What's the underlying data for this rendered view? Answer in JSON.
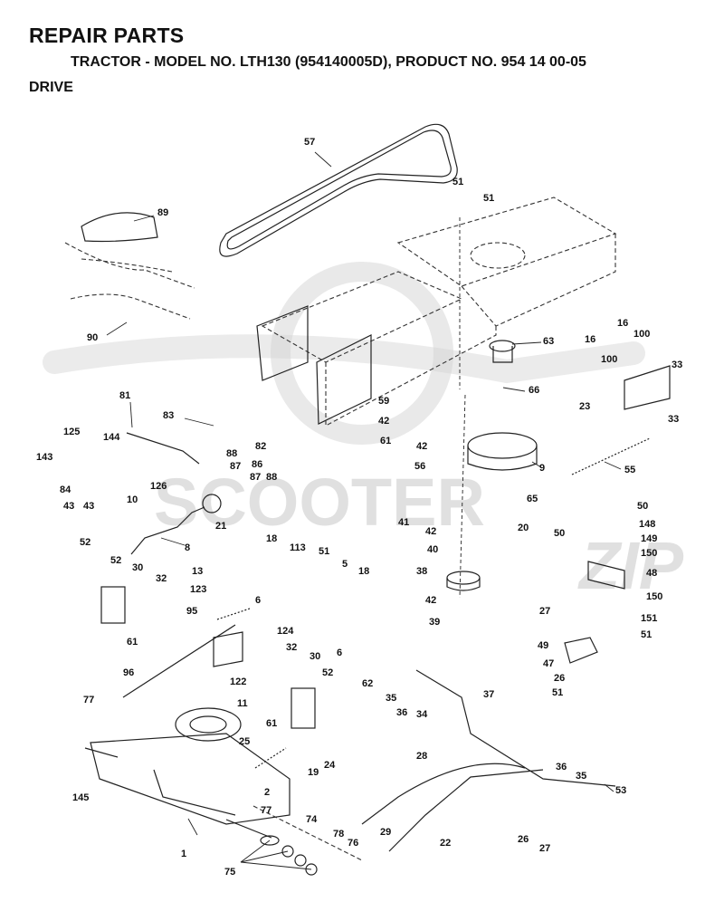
{
  "header": {
    "title": "REPAIR PARTS",
    "subtitle": "TRACTOR - MODEL NO. LTH130 (954140005D), PRODUCT NO. 954 14 00-05",
    "section": "DRIVE"
  },
  "watermark": {
    "text": "SCOOTER",
    "mark": "ZIP"
  },
  "colors": {
    "ink": "#111111",
    "watermark": "#c8c8c8"
  },
  "callouts": [
    "57",
    "89",
    "90",
    "51",
    "51",
    "63",
    "16",
    "16",
    "100",
    "100",
    "33",
    "33",
    "23",
    "66",
    "59",
    "42",
    "61",
    "42",
    "56",
    "9",
    "55",
    "65",
    "20",
    "81",
    "83",
    "82",
    "125",
    "144",
    "143",
    "84",
    "43",
    "43",
    "126",
    "88",
    "87",
    "86",
    "87",
    "88",
    "10",
    "21",
    "8",
    "41",
    "42",
    "40",
    "38",
    "42",
    "39",
    "50",
    "50",
    "148",
    "149",
    "150",
    "48",
    "27",
    "150",
    "151",
    "51",
    "49",
    "47",
    "26",
    "51",
    "52",
    "52",
    "30",
    "32",
    "61",
    "18",
    "113",
    "51",
    "5",
    "18",
    "6",
    "6",
    "13",
    "123",
    "95",
    "124",
    "122",
    "32",
    "30",
    "52",
    "61",
    "62",
    "35",
    "36",
    "34",
    "37",
    "96",
    "11",
    "77",
    "25",
    "24",
    "19",
    "2",
    "77",
    "145",
    "1",
    "74",
    "78",
    "76",
    "75",
    "28",
    "29",
    "22",
    "36",
    "35",
    "53",
    "26",
    "27"
  ]
}
